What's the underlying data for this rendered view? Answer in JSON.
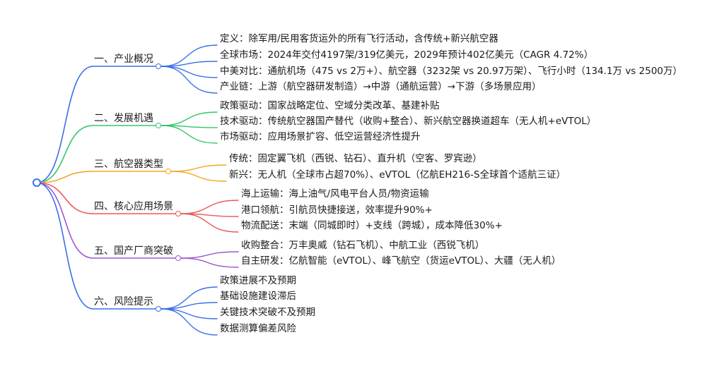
{
  "branches": [
    {
      "label": "一、产业概况",
      "color": "#3b6fe8",
      "leaves": [
        "定义：除军用/民用客货运外的所有飞行活动，含传统+新兴航空器",
        "全球市场：2024年交付4197架/319亿美元，2029年预计402亿美元（CAGR 4.72%）",
        "中美对比：通航机场（475 vs 2万+）、航空器（3232架 vs 20.97万架）、飞行小时（134.1万 vs 2500万）",
        "产业链：上游（航空器研发制造）→中游（通航运营）→下游（多场景应用）"
      ]
    },
    {
      "label": "二、发展机遇",
      "color": "#35c76a",
      "leaves": [
        "政策驱动：国家战略定位、空域分类改革、基建补贴",
        "技术驱动：传统航空器国产替代（收购+整合）、新兴航空器换道超车（无人机+eVTOL）",
        "市场驱动：应用场景扩容、低空运营经济性提升"
      ]
    },
    {
      "label": "三、航空器类型",
      "color": "#f5a623",
      "leaves": [
        "传统：固定翼飞机（西锐、钻石）、直升机（空客、罗宾逊）",
        "新兴：无人机（全球市占超70%）、eVTOL（亿航EH216-S全球首个适航三证）"
      ]
    },
    {
      "label": "四、核心应用场景",
      "color": "#e85a5a",
      "leaves": [
        "海上运输：海上油气/风电平台人员/物资运输",
        "港口领航：引航员快捷接送，效率提升90%+",
        "物流配送：末端（同城即时）+支线（跨城），成本降低30%+"
      ]
    },
    {
      "label": "五、国产厂商突破",
      "color": "#9b59d0",
      "leaves": [
        "收购整合：万丰奥威（钻石飞机）、中航工业（西锐飞机）",
        "自主研发：亿航智能（eVTOL）、峰飞航空（货运eVTOL）、大疆（无人机）"
      ]
    },
    {
      "label": "六、风险提示",
      "color": "#3b6fe8",
      "leaves": [
        "政策进展不及预期",
        "基础设施建设滞后",
        "关键技术突破不及预期",
        "数据测算偏差风险"
      ]
    }
  ]
}
